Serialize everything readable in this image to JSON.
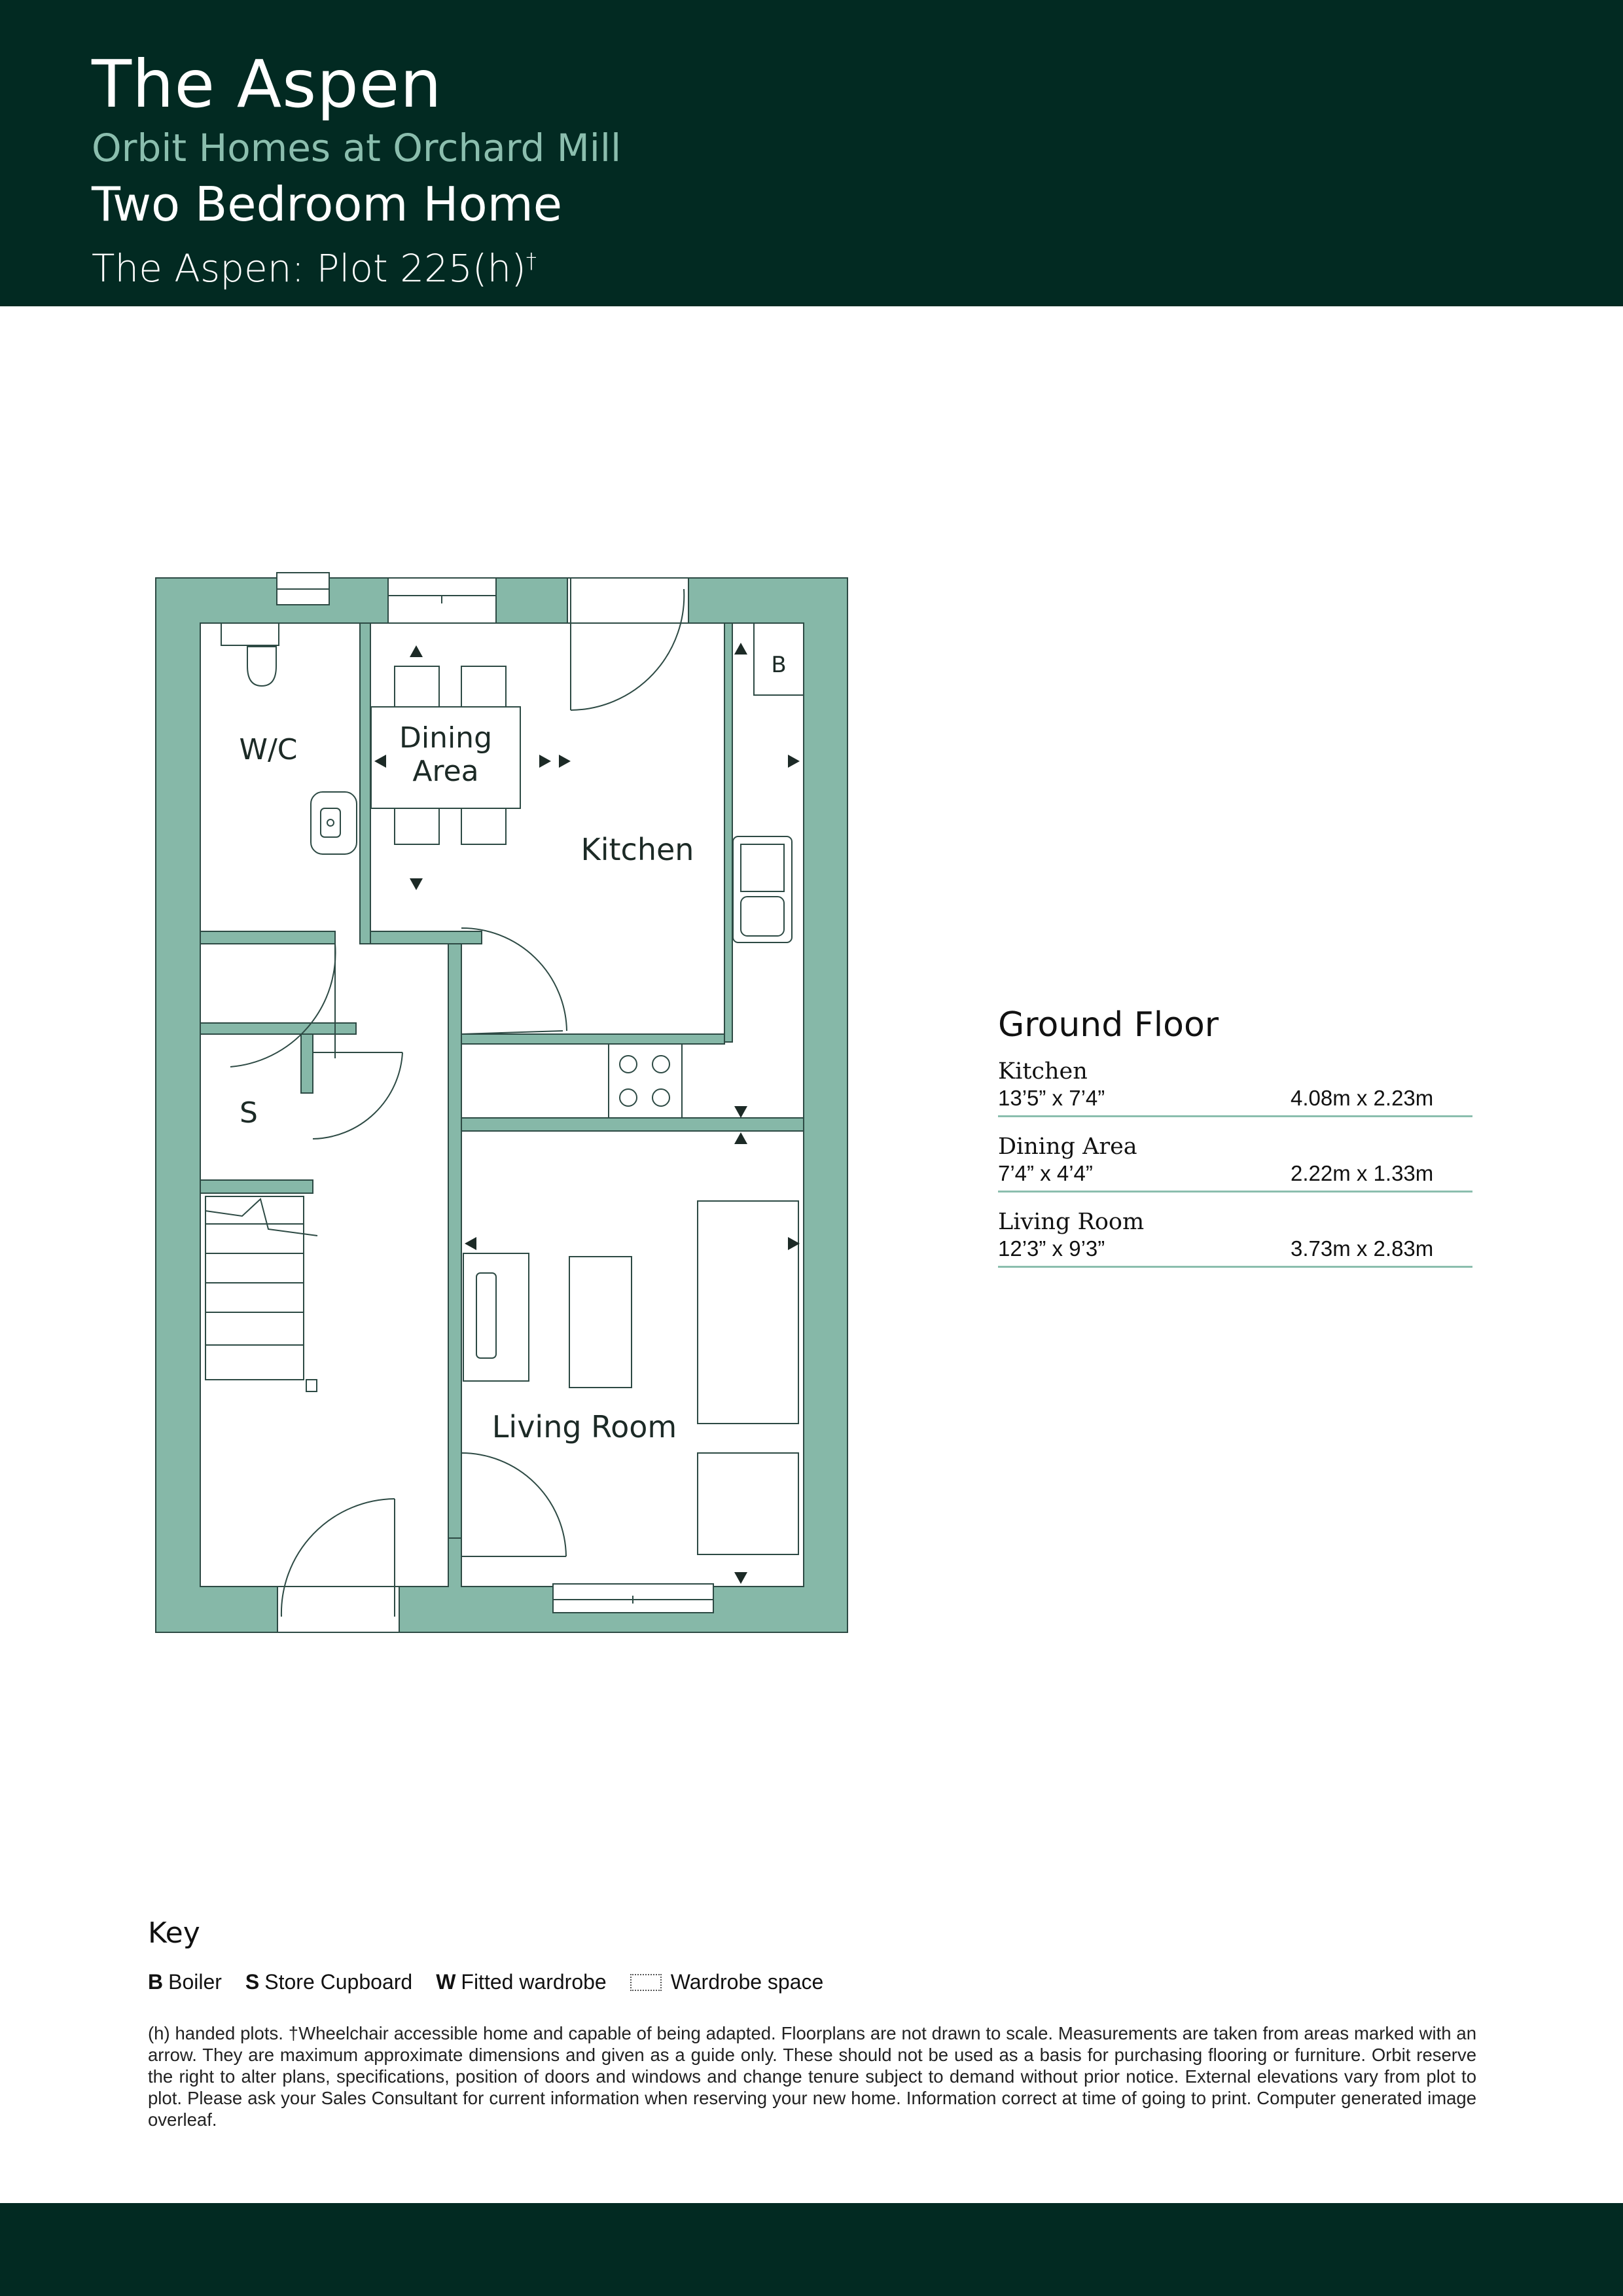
{
  "header": {
    "title": "The Aspen",
    "development": "Orbit Homes at Orchard Mill",
    "home_type": "Two Bedroom Home",
    "plot": "The Aspen: Plot 225(h)",
    "plot_mark": "†"
  },
  "floorplan": {
    "rooms": {
      "wc": "W/C",
      "dining_line1": "Dining",
      "dining_line2": "Area",
      "kitchen": "Kitchen",
      "living": "Living Room",
      "store": "S",
      "boiler": "B"
    },
    "colors": {
      "wall": "#86b8a8",
      "line": "#2d4a44"
    }
  },
  "schedule": {
    "title": "Ground Floor",
    "rooms": [
      {
        "name": "Kitchen",
        "imperial": "13’5” x 7’4”",
        "metric": "4.08m x 2.23m"
      },
      {
        "name": "Dining Area",
        "imperial": "7’4” x 4’4”",
        "metric": "2.22m x 1.33m"
      },
      {
        "name": "Living Room",
        "imperial": "12’3” x 9’3”",
        "metric": "3.73m x 2.83m"
      }
    ]
  },
  "key": {
    "title": "Key",
    "items": [
      {
        "code": "B",
        "label": "Boiler"
      },
      {
        "code": "S",
        "label": "Store Cupboard"
      },
      {
        "code": "W",
        "label": "Fitted wardrobe"
      }
    ],
    "wardrobe_space": "Wardrobe space"
  },
  "disclaimer": "(h) handed plots. †Wheelchair accessible home and capable of being adapted. Floorplans are not drawn to scale. Measurements are taken from areas marked with an arrow. They are maximum approximate dimensions and given as a guide only. These should not be used as a basis for purchasing flooring or furniture. Orbit reserve the right to alter plans, specifications, position of doors and windows and change tenure subject to demand without prior notice. External elevations vary from plot to plot. Please ask your Sales Consultant for current information when reserving your new home. Information correct at time of going to print. Computer generated image overleaf."
}
